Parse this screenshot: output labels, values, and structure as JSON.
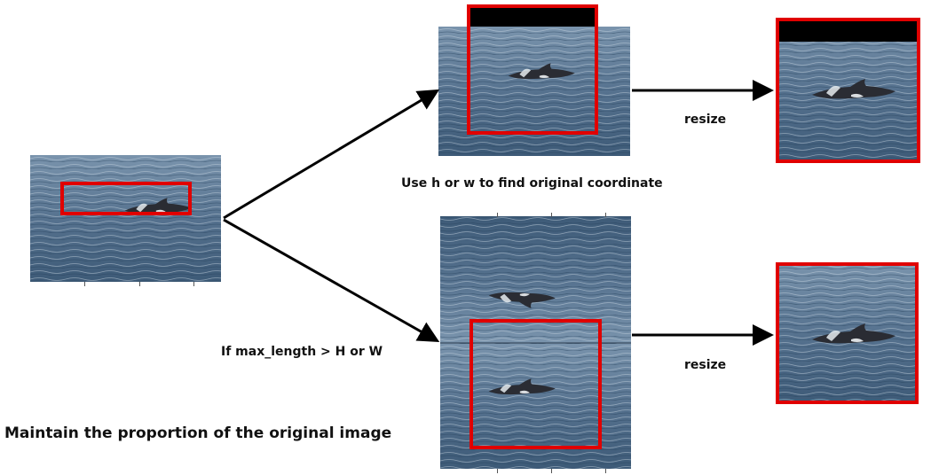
{
  "labels": {
    "use_h_or_w": "Use h or w to find original coordinate",
    "resize_top": "resize",
    "resize_bottom": "resize",
    "if_max_length": "If max_length > H or W",
    "maintain": "Maintain the proportion of the original image"
  },
  "colors": {
    "crop_box": "#e00000",
    "padding": "#000000",
    "arrow": "#000000",
    "water_dark": "#2f4d68",
    "water_light": "#6f8ba6",
    "dolphin": "#2a2c33"
  },
  "icons": {
    "arrow": "arrow-right-icon",
    "dolphin": "dolphin-icon"
  }
}
